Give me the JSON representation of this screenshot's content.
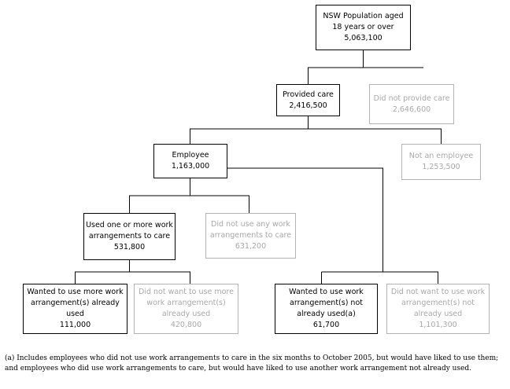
{
  "nodes": {
    "population": {
      "lines": [
        "NSW Population aged",
        "18 years or over",
        "5,063,100"
      ]
    },
    "provided_care": {
      "lines": [
        "Provided care",
        "2,416,500"
      ]
    },
    "not_provide_care": {
      "lines": [
        "Did not provide care",
        "2,646,600"
      ]
    },
    "employee": {
      "lines": [
        "Employee",
        "1,163,000"
      ]
    },
    "not_employee": {
      "lines": [
        "Not an employee",
        "1,253,500"
      ]
    },
    "used_arrangements": {
      "lines": [
        "Used one or more work",
        "arrangements to care",
        "531,800"
      ]
    },
    "not_used_arrangements": {
      "lines": [
        "Did not use any work",
        "arrangements to care",
        "631,200"
      ]
    },
    "wanted_more": {
      "lines": [
        "Wanted to use more work",
        "arrangement(s) already",
        "used",
        "111,000"
      ]
    },
    "not_want_more": {
      "lines": [
        "Did not want to use more",
        "work arrangement(s)",
        "already used",
        "420,800"
      ]
    },
    "wanted_not_used": {
      "lines": [
        "Wanted to use work",
        "arrangement(s) not",
        "already used(a)",
        "61,700"
      ]
    },
    "not_want_not_used": {
      "lines": [
        "Did not want to use work",
        "arrangement(s) not",
        "already used",
        "1,101,300"
      ]
    }
  },
  "footnote": "(a) Includes employees who did not use work arrangements to care in the six months to October 2005, but would have liked to use them; and employees who did use work arrangements to care, but would have liked to use another work arrangement not already used.",
  "colors": {
    "active_border": "#000000",
    "muted_border": "#b3b3b3",
    "muted_text": "#a8a8a8"
  }
}
